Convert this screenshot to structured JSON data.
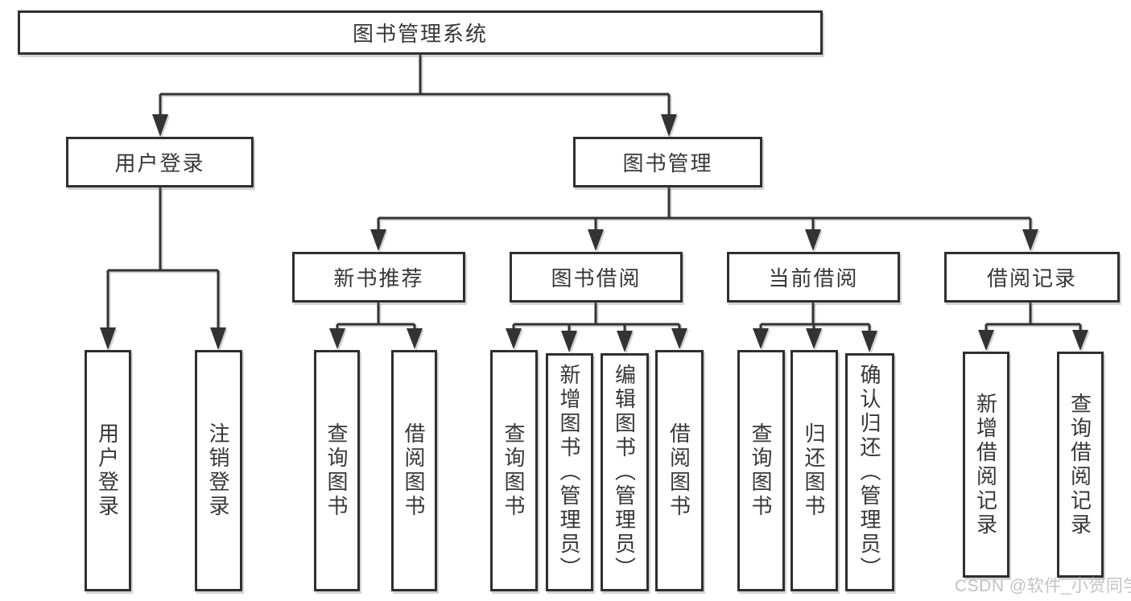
{
  "diagram": {
    "root": {
      "label": "图书管理系统"
    },
    "branches": [
      {
        "label": "用户登录",
        "children": [
          {
            "label": "用户登录"
          },
          {
            "label": "注销登录"
          }
        ]
      },
      {
        "label": "图书管理",
        "children": [
          {
            "label": "新书推荐",
            "children": [
              {
                "label": "查询图书"
              },
              {
                "label": "借阅图书"
              }
            ]
          },
          {
            "label": "图书借阅",
            "children": [
              {
                "label": "查询图书"
              },
              {
                "label": "新增图书（管理员）"
              },
              {
                "label": "编辑图书（管理员）"
              },
              {
                "label": "借阅图书"
              }
            ]
          },
          {
            "label": "当前借阅",
            "children": [
              {
                "label": "查询图书"
              },
              {
                "label": "归还图书"
              },
              {
                "label": "确认归还（管理员）"
              }
            ]
          },
          {
            "label": "借阅记录",
            "children": [
              {
                "label": "新增借阅记录"
              },
              {
                "label": "查询借阅记录"
              }
            ]
          }
        ]
      }
    ]
  },
  "watermark": {
    "text": "CSDN @软件_小贺同学"
  },
  "colors": {
    "line": "#333333",
    "box_border": "#2f2f2f",
    "text": "#373737",
    "background": "#ffffff",
    "watermark": "#c2c2c2"
  }
}
